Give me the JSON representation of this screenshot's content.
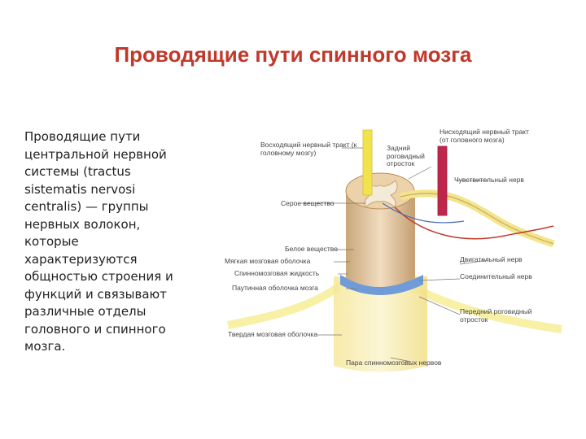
{
  "slide": {
    "title": "Проводящие пути спинного мозга",
    "body": "Проводящие пути центральной нервной системы (tractus sistematis nervosi centralis) — группы нервных волокон, которые характеризуются общностью строения и функций и связывают различные отделы головного и спинного мозга."
  },
  "diagram": {
    "labels": {
      "ascending_tract": "Восходящий нервный тракт (к головному мозгу)",
      "descending_tract": "Нисходящий нервный тракт (от головного мозга)",
      "posterior_horn": "Задний роговидный отросток",
      "sensory_nerve": "Чувствительный нерв",
      "gray_matter": "Серое вещество",
      "white_matter": "Белое вещество",
      "pia_mater": "Мягкая мозговая оболочка",
      "csf": "Спинномозговая жидкость",
      "arachnoid": "Паутинная оболочка мозга",
      "motor_nerve": "Двигательный нерв",
      "connecting_nerve": "Соединительный нерв",
      "anterior_horn": "Передний роговидный отросток",
      "dura_mater": "Твердая мозговая оболочка",
      "spinal_nerves_pair": "Пара спинномозговых нервов"
    }
  }
}
